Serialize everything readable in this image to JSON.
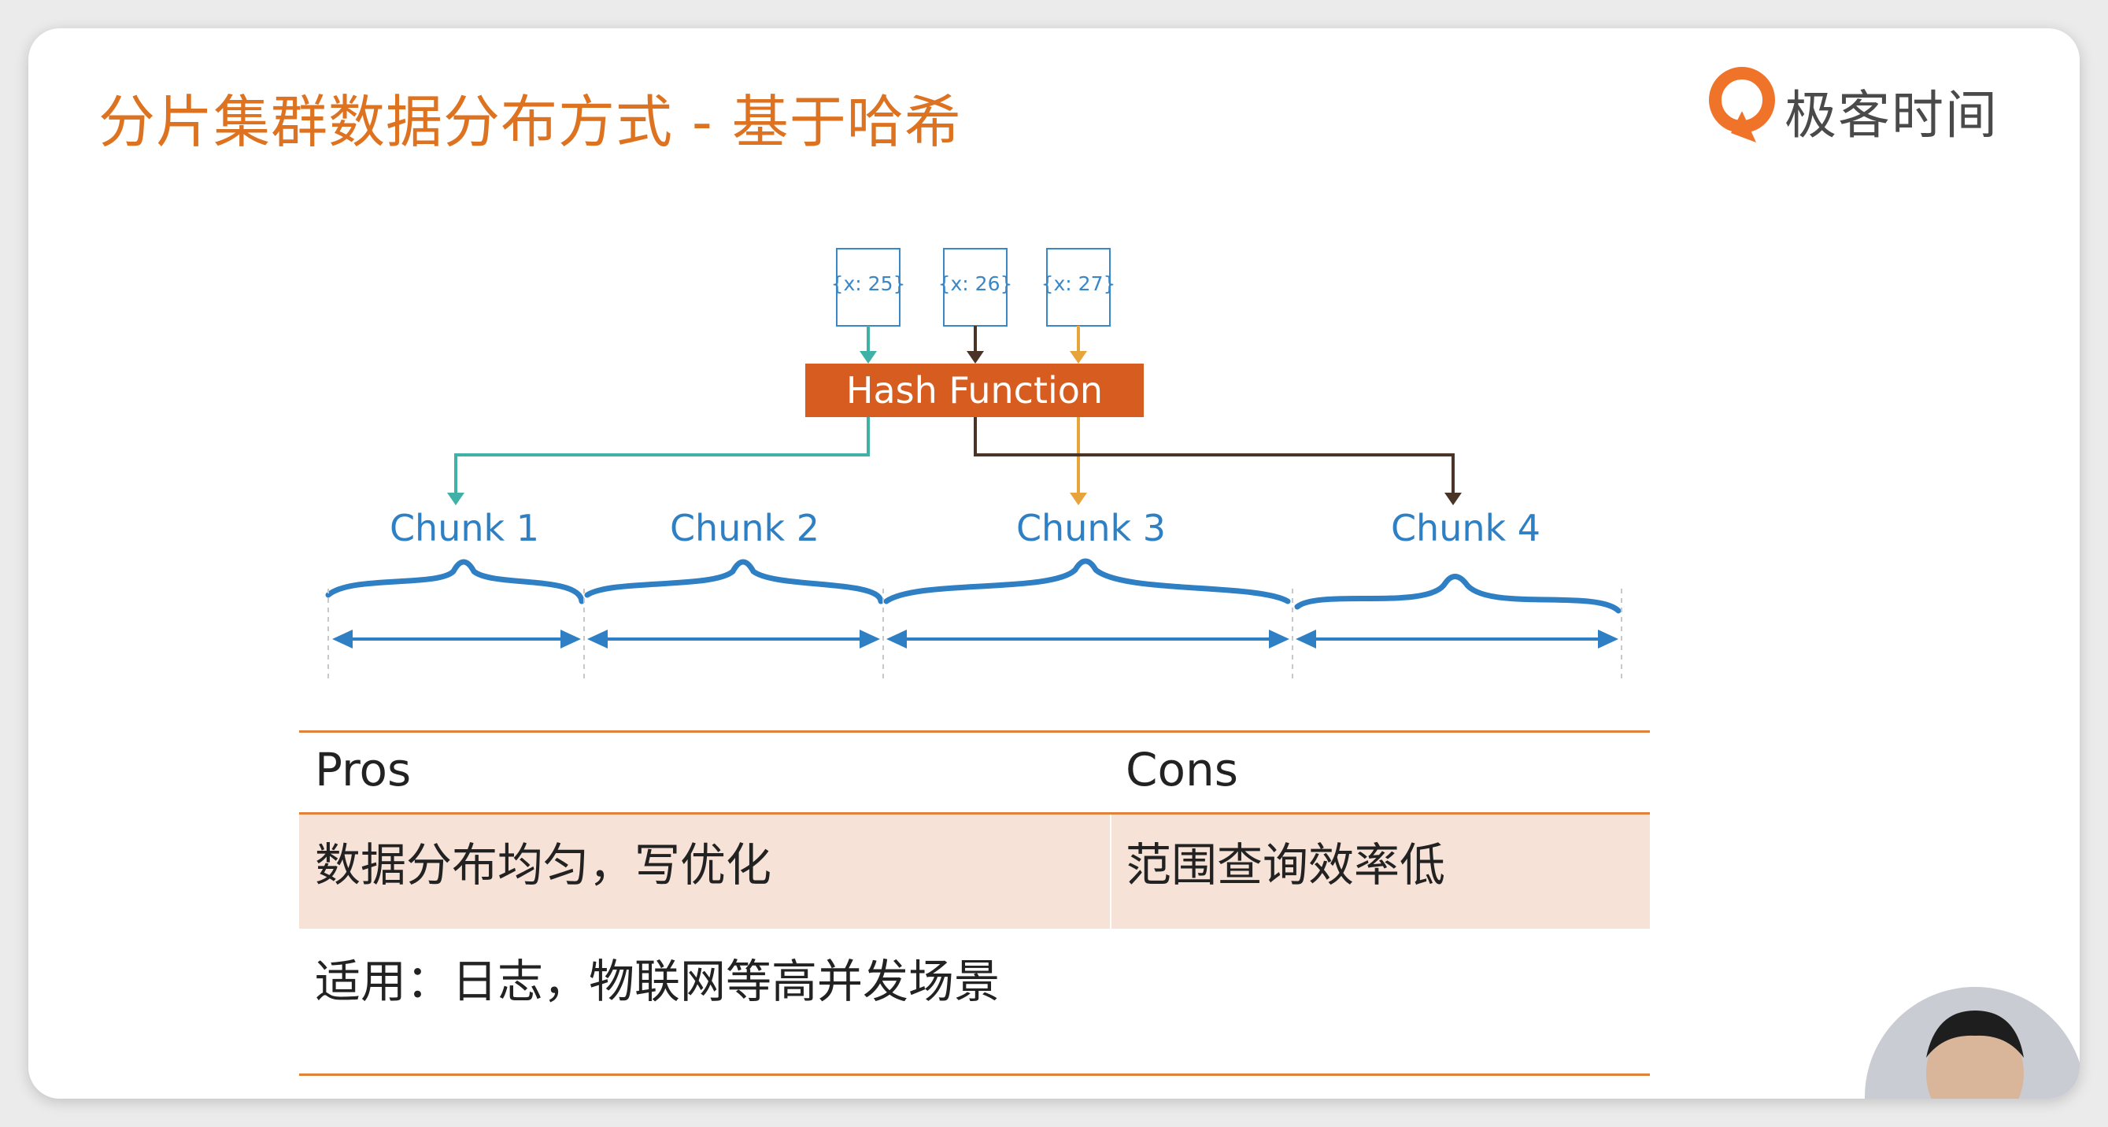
{
  "slide": {
    "title": "分片集群数据分布方式 - 基于哈希",
    "brand": "极客时间"
  },
  "diagram": {
    "inputs": [
      {
        "label": "{x: 25}",
        "color": "#3fb1a6"
      },
      {
        "label": "{x: 26}",
        "color": "#4a3428"
      },
      {
        "label": "{x: 27}",
        "color": "#e6a43a"
      }
    ],
    "hash_function": "Hash Function",
    "chunks": [
      {
        "label": "Chunk 1"
      },
      {
        "label": "Chunk 2"
      },
      {
        "label": "Chunk 3"
      },
      {
        "label": "Chunk 4"
      }
    ],
    "colors": {
      "hash_box": "#d65d1f",
      "chunk_blue": "#2e7fc3",
      "input_border": "#3a87c8"
    }
  },
  "table": {
    "headers": {
      "pros": "Pros",
      "cons": "Cons"
    },
    "rows": [
      {
        "pros": "数据分布均匀，写优化",
        "cons": "范围查询效率低"
      },
      {
        "pros": "适用：日志，物联网等高并发场景",
        "cons": ""
      }
    ],
    "colors": {
      "rule": "#e0823a",
      "highlight": "#f7e2d7"
    }
  }
}
